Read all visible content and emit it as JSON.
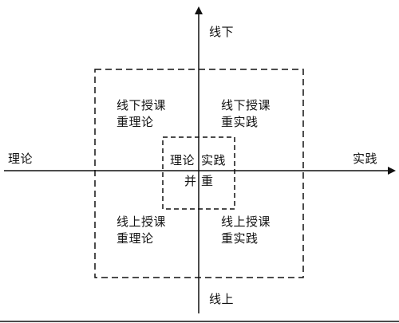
{
  "axes": {
    "vertical_top": "线下",
    "vertical_bottom": "线上",
    "horizontal_left": "理论",
    "horizontal_right": "实践"
  },
  "quadrants": {
    "top_left": {
      "line1": "线下授课",
      "line2": "重理论"
    },
    "top_right": {
      "line1": "线下授课",
      "line2": "重实践"
    },
    "bottom_left": {
      "line1": "线上授课",
      "line2": "重理论"
    },
    "bottom_right": {
      "line1": "线上授课",
      "line2": "重实践"
    }
  },
  "center": {
    "left": "理论",
    "right": "实践",
    "bottom_left": "并",
    "bottom_right": "重"
  },
  "colors": {
    "line": "#111111",
    "background": "#ffffff"
  }
}
